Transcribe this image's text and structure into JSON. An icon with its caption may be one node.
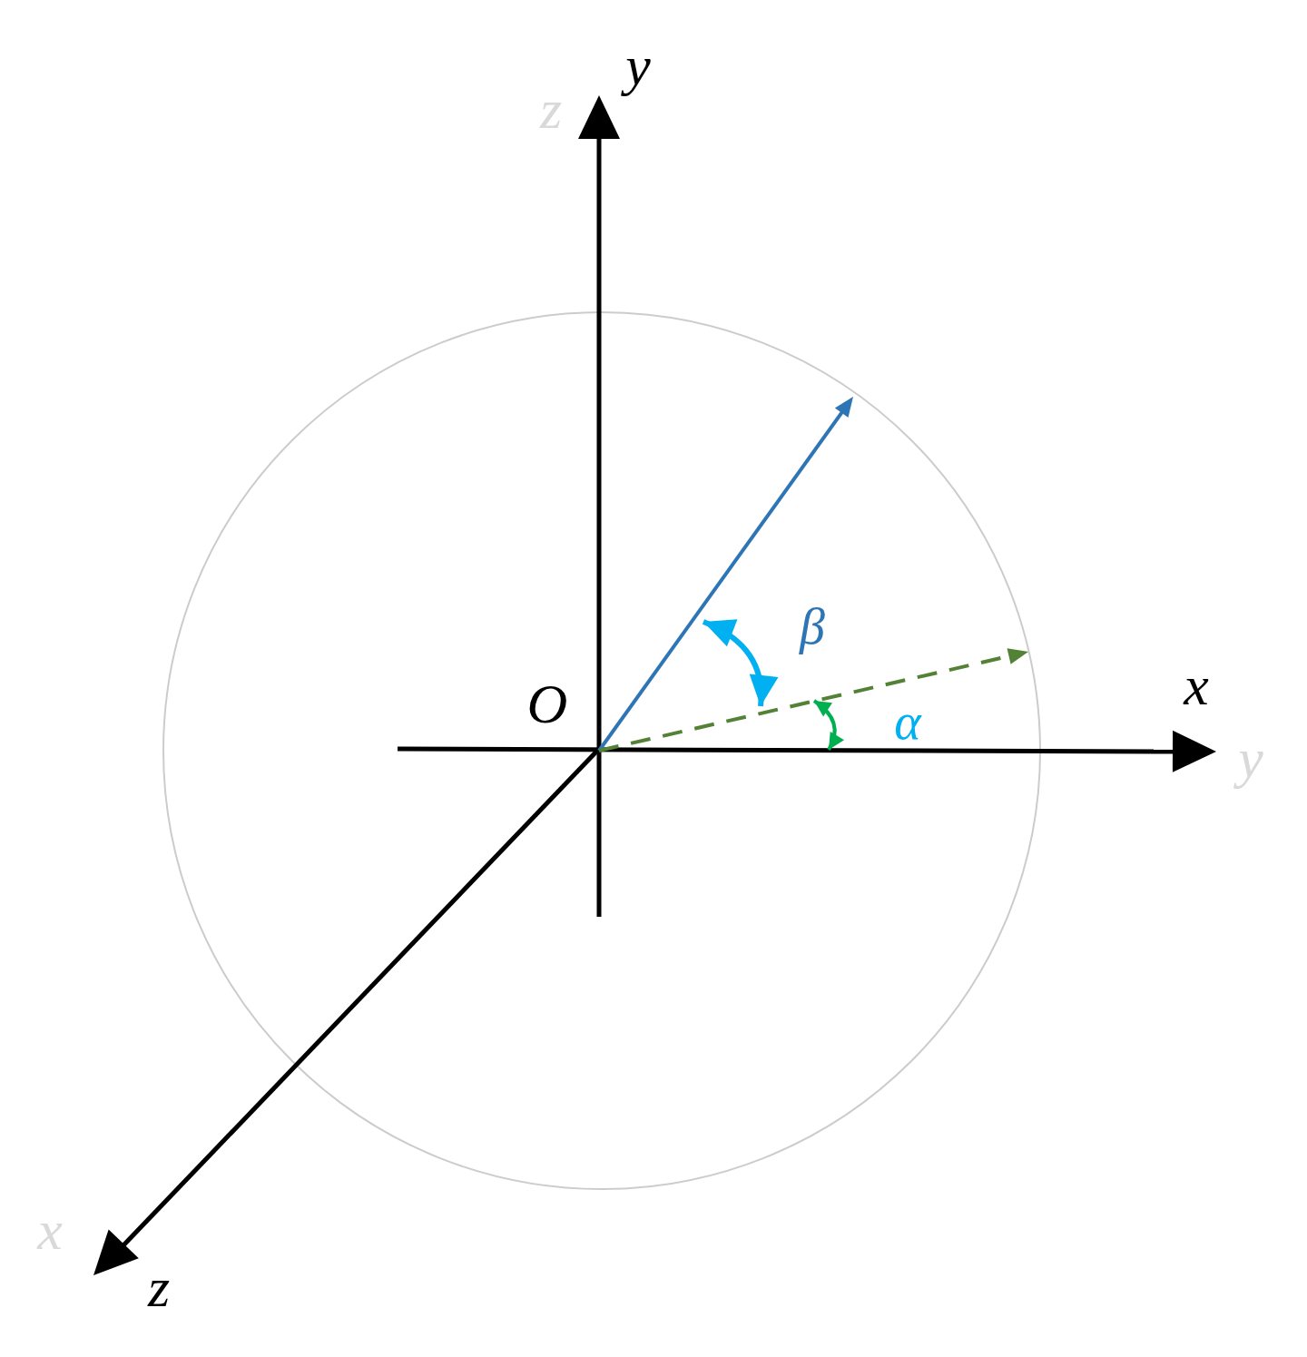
{
  "diagram": {
    "labels": [
      "y",
      "z",
      "β",
      "x",
      "O",
      "α",
      "y",
      "x",
      "z"
    ]
  }
}
